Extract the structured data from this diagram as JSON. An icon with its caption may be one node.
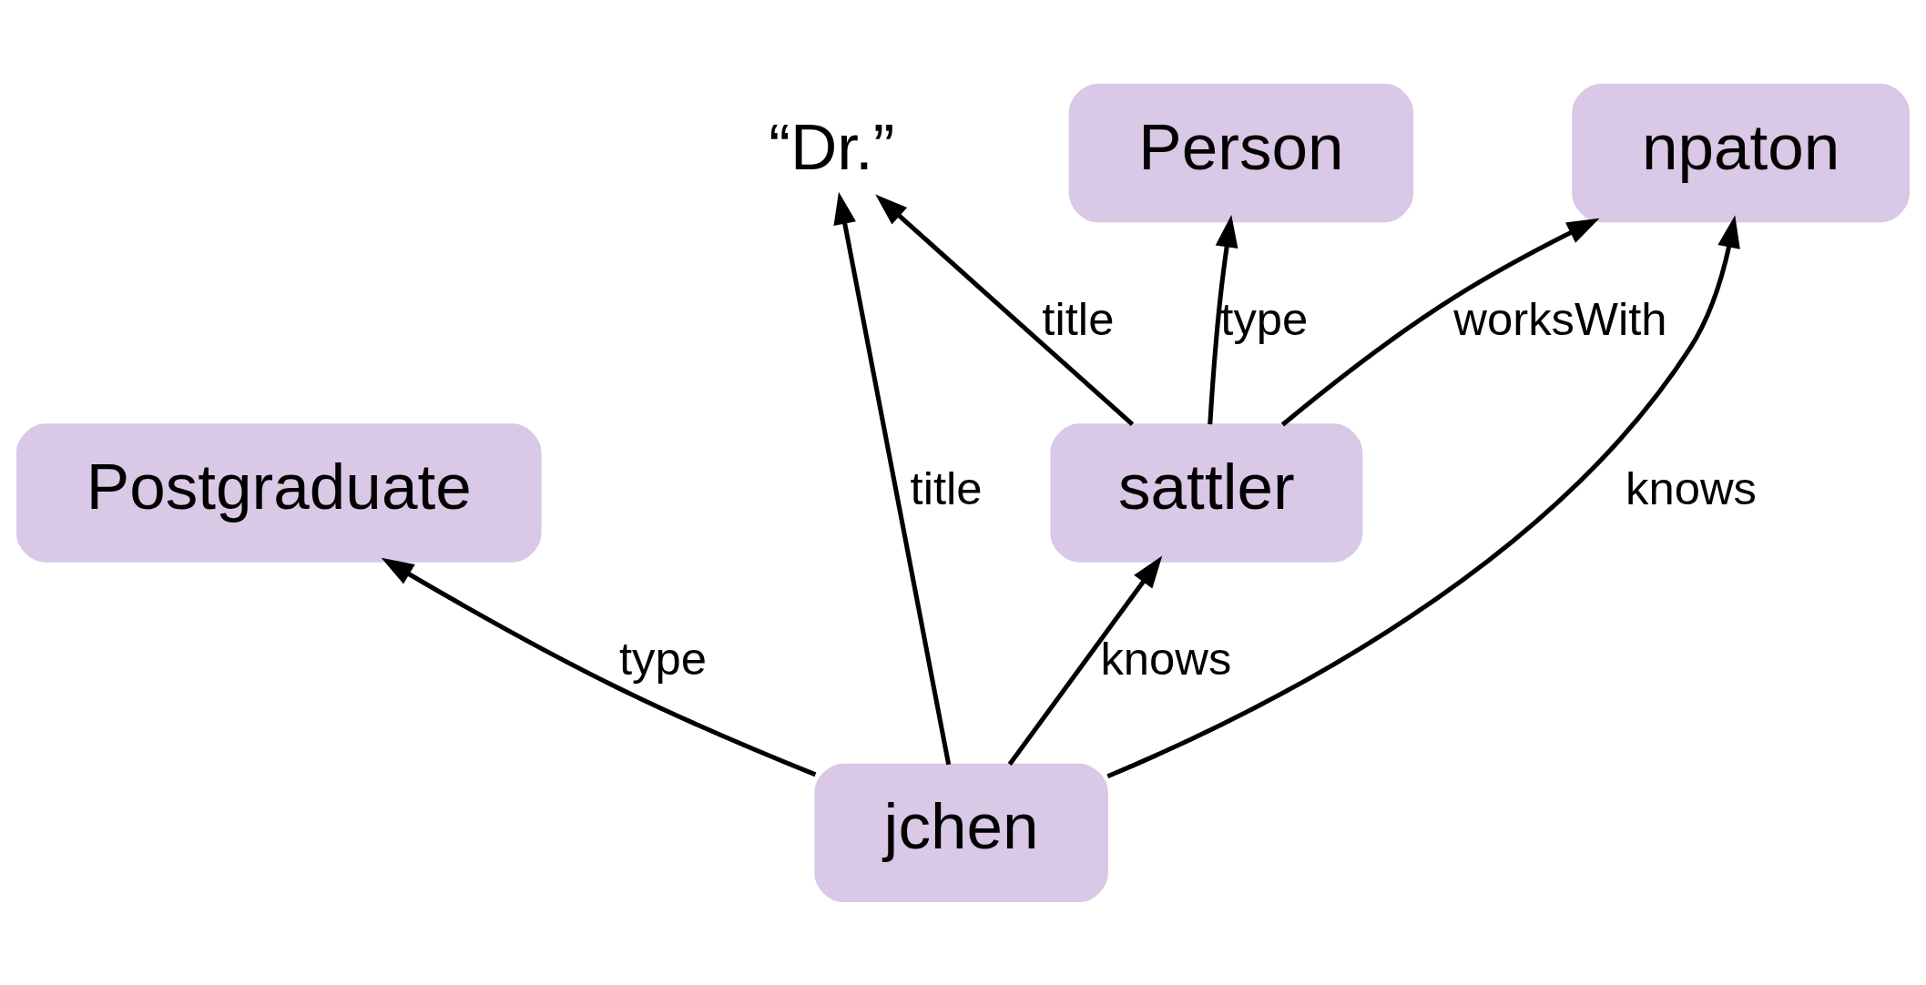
{
  "diagram": {
    "nodes": [
      {
        "text": [
          "Postgraduate"
        ]
      },
      {
        "text": [
          "Person"
        ]
      },
      {
        "text": [
          "“Dr.”"
        ]
      },
      {
        "text": [
          "jchen"
        ]
      },
      {
        "text": [
          "sattler"
        ]
      },
      {
        "text": [
          "npaton"
        ]
      }
    ],
    "edges": [
      {
        "from": 3,
        "to": 0,
        "arrow": "to",
        "label": "type"
      },
      {
        "from": 3,
        "to": 2,
        "arrow": "to",
        "label": "title"
      },
      {
        "from": 4,
        "to": 2,
        "arrow": "to",
        "label": "title"
      },
      {
        "from": 4,
        "to": 1,
        "arrow": "to",
        "label": "type"
      },
      {
        "from": 3,
        "to": 4,
        "arrow": "to",
        "label": "knows"
      },
      {
        "from": 4,
        "to": 5,
        "arrow": "to",
        "label": "worksWith"
      },
      {
        "from": 3,
        "to": 5,
        "arrow": "to",
        "label": "knows"
      }
    ]
  }
}
